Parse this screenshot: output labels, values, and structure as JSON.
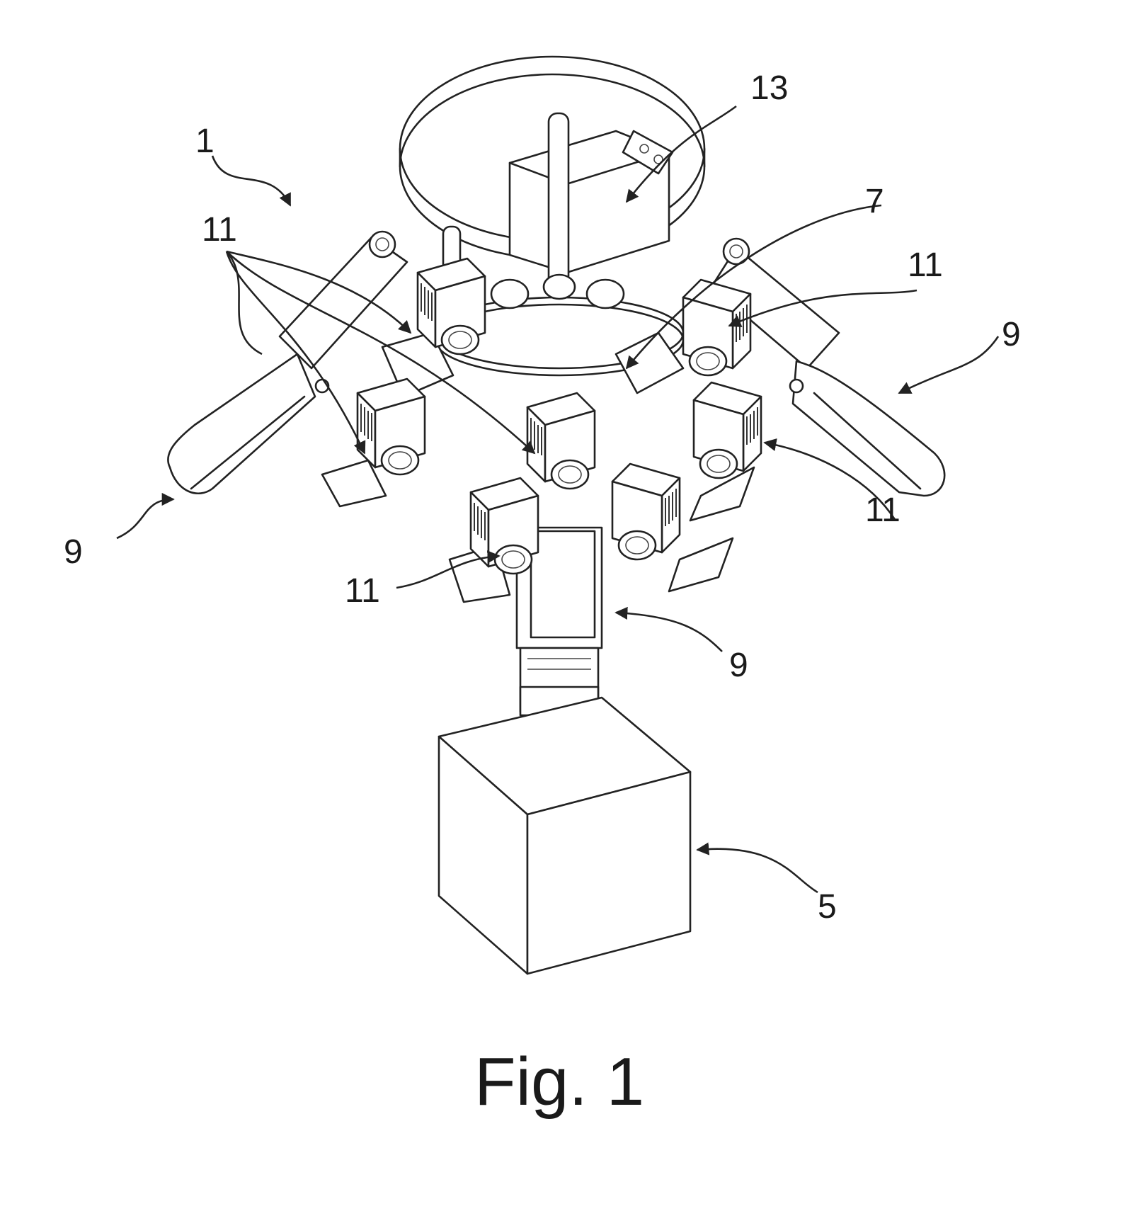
{
  "figure": {
    "caption": "Fig. 1",
    "reference_numerals": {
      "apparatus": "1",
      "base_box": "5",
      "hub": "7",
      "arm_left": "9",
      "arm_right": "9",
      "arm_bottom": "9",
      "cameras_group": "11",
      "camera_right_upper": "11",
      "camera_right_lower": "11",
      "camera_bottom": "11",
      "top_unit": "13"
    }
  }
}
